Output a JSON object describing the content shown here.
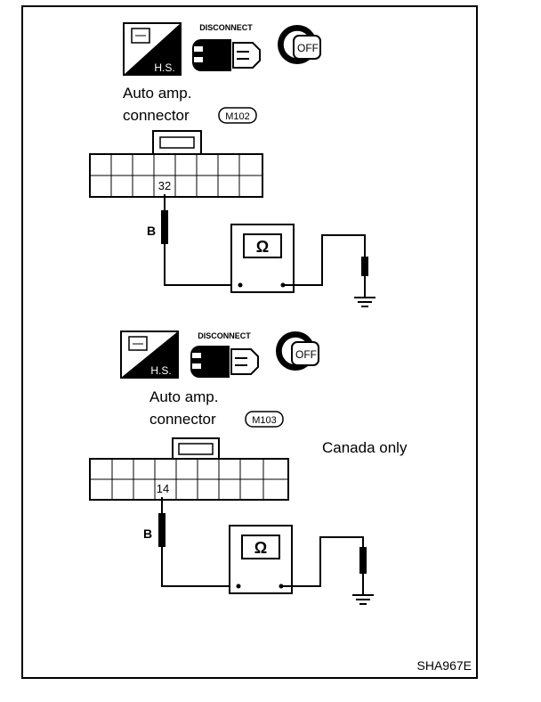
{
  "figure_id": "SHA967E",
  "tests": [
    {
      "icons": {
        "hs_label": "H.S.",
        "disconnect_label": "DISCONNECT",
        "key_label": "OFF"
      },
      "connector_title_line1": "Auto amp.",
      "connector_title_line2": "connector",
      "connector_code": "M102",
      "terminal": "32",
      "wire_color": "B",
      "meter_symbol": "Ω",
      "note": ""
    },
    {
      "icons": {
        "hs_label": "H.S.",
        "disconnect_label": "DISCONNECT",
        "key_label": "OFF"
      },
      "connector_title_line1": "Auto amp.",
      "connector_title_line2": "connector",
      "connector_code": "M103",
      "terminal": "14",
      "wire_color": "B",
      "meter_symbol": "Ω",
      "note": "Canada only"
    }
  ]
}
